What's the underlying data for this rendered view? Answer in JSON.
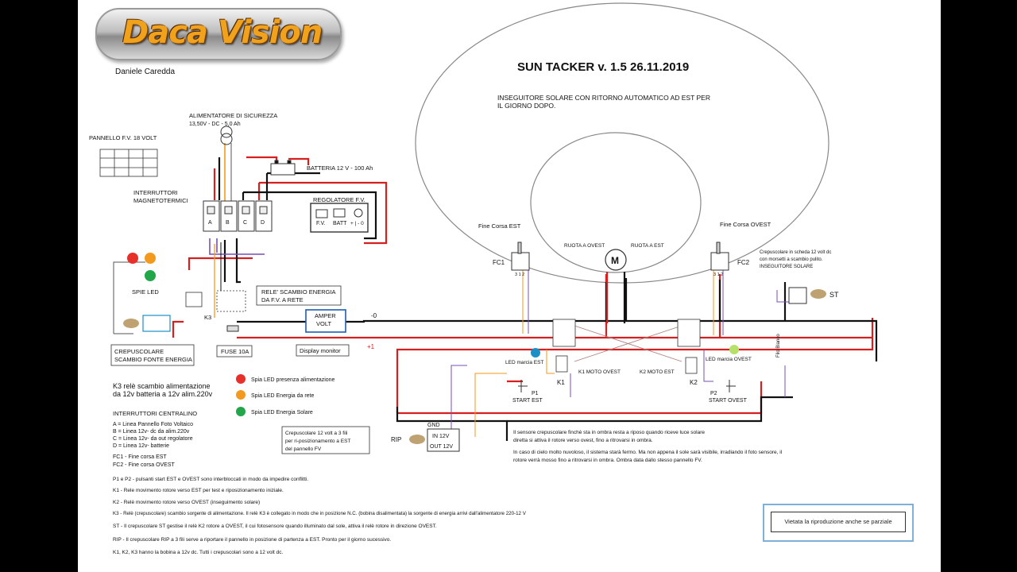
{
  "header": {
    "logo_text": "Daca Vision",
    "author": "Daniele Caredda",
    "title": "SUN TACKER  v. 1.5  26.11.2019",
    "subtitle_line1": "INSEGUITORE SOLARE CON RITORNO AUTOMATICO AD EST PER",
    "subtitle_line2": "IL GIORNO DOPO."
  },
  "supply": {
    "label_line1": "ALIMENTATORE  DI SICUREZZA",
    "label_line2": "13,50V - DC - 5,0 Ah"
  },
  "panel_label": "PANNELLO F.V. 18 VOLT",
  "battery_label": "BATTERIA  12 V - 100 Ah",
  "breakers": {
    "label_line1": "INTERRUTTORI",
    "label_line2": "MAGNETOTERMICI",
    "letters": [
      "A",
      "B",
      "C",
      "D"
    ]
  },
  "regulator": {
    "title": "REGOLATORE  F.V.",
    "fv": "F.V.",
    "batt": "BATT",
    "load": "+ |  - 0"
  },
  "leds": {
    "label": "SPIE LED"
  },
  "relay_k3": {
    "label_line1": "RELE' SCAMBIO ENERGIA",
    "label_line2": "DA F.V. A  RETE",
    "name": "K3"
  },
  "fuse_label": "FUSE 10A",
  "meter": {
    "line1": "AMPER",
    "line2": "VOLT",
    "caption": "Display  monitor"
  },
  "crep_source": {
    "line1": "CREPUSCOLARE",
    "line2": "SCAMBIO FONTE ENERGIA"
  },
  "rail": {
    "minus": "-0",
    "plus": "+1"
  },
  "motor": {
    "symbol": "M",
    "west": "RUOTA A OVEST",
    "east": "RUOTA A EST"
  },
  "limits": {
    "east_title": "Fine Corsa EST",
    "east_name": "FC1",
    "east_pins": "3  1  2",
    "west_title": "Fine Corsa OVEST",
    "west_name": "FC2",
    "west_pins": "3  1  2"
  },
  "relays": {
    "k1_label": "K1 MOTO OVEST",
    "k1_name": "K1",
    "k2_label": "K2  MOTO  EST",
    "k2_name": "K2"
  },
  "leds_march": {
    "east": "LED marcia EST",
    "west": "LED marcia OVEST"
  },
  "buttons": {
    "p1_name": "P1",
    "p1_label": "START EST",
    "p2_name": "P2",
    "p2_label": "START  OVEST"
  },
  "st": {
    "note_line1": "Crepuscolare in scheda 12 volt dc",
    "note_line2": "con morsetti a scambio pulito.",
    "note_line3": "INSEGUITORE SOLARE",
    "name": "ST",
    "wire": "Filo Bianco"
  },
  "rip": {
    "note_line1": "Crepuscolare 12 volt  a 3 fili",
    "note_line2": "per ri-posizionamento a EST",
    "note_line3": "del pannello FV",
    "name": "RIP",
    "gnd": "GND",
    "in": "IN 12V",
    "out": "OUT 12V"
  },
  "legend_led": {
    "red": "Spia LED presenza alimentazione",
    "orange": "Spia LED Energia da rete",
    "green": "Spia LED Energia Solare"
  },
  "k3_note": {
    "line1": "K3  relè scambio alimentazione",
    "line2": "da 12v batteria a 12v  alim.220v"
  },
  "switches_legend": {
    "title": "INTERRUTTORI CENTRALINO",
    "items": [
      "A =  Linea  Pannello Foto Voltaico",
      "B =  Linea  12v- dc  da alim.220v",
      "C = Linea 12v- da out regolatore",
      "D = Linea 12v- batterie",
      "FC1 - Fine corsa EST",
      "FC2 - Fine corsa OVEST"
    ]
  },
  "notes": [
    "P1  e  P2 - pulsanti start EST  e OVEST  sono interbloccati in modo da impedire conflitti.",
    "K1 -  Rele movimento rotore verso EST   per test e riposizionamento iniziale.",
    "K2 - Relè movimento rotore verso OVEST (inseguimento solare)",
    "K3 - Relè (crepuscolare) scambio sorgente di alimentazione. Il relè K3 è collegato in modo che in posizione N.C. (bobina disalimentata) la sorgente di energia arrivi dall'alimentatore 220-12 V",
    "ST -  Il crepuscolare ST  gestise il relè  K2  rotore a OVEST, il cui fotosensore quando illuminato dal sole, attiva il relè rotore in direzione OVEST.",
    "RIP -  Il crepuscolare RIP a 3 fili  serve a riportare il pannello in posizione di partenza a EST. Pronto per il giorno sucessivo.",
    "K1, K2, K3 hanno la bobina a 12v dc.  Tutti i crepuscolari sono a 12 volt dc."
  ],
  "description": {
    "p1_line1": "Il sensore crepuscolare finchè sta in ombra  resta a riposo  quando riceve luce solare",
    "p1_line2": "diretta si attiva  il rotore verso ovest, fino a ritrovarsi in ombra.",
    "p2_line1": "In caso di cielo molto nuvoloso, il sistema starà fermo. Ma non appena il sole sarà visibile, irradiando il foto sensore, il",
    "p2_line2": "rotore verrà mosso fino a ritrovarsi in ombra.  Ombra data dallo stesso pannello FV."
  },
  "notice": "Vietata la riproduzione anche se parziale",
  "colors": {
    "red": "#d62020",
    "black": "#111111",
    "led_red": "#e8302a",
    "led_orange": "#f39a1e",
    "led_green": "#21a64a",
    "led_blue": "#1c8fc4",
    "logo_orange": "#f0a21c"
  }
}
